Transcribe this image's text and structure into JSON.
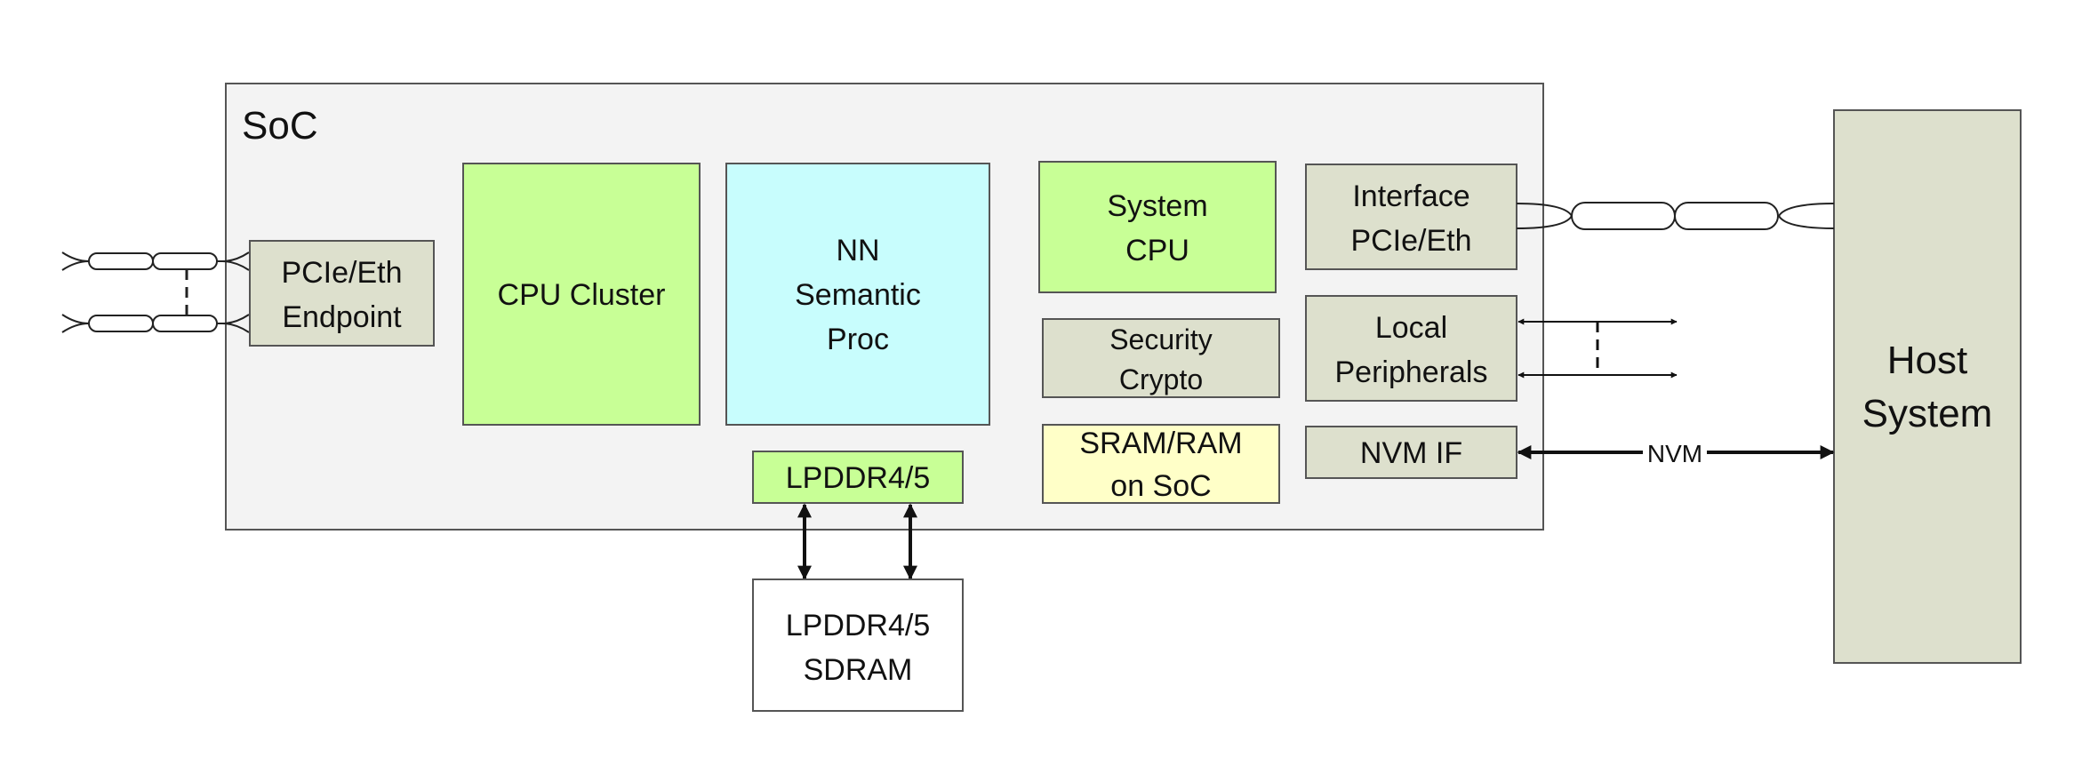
{
  "soc": {
    "label": "SoC"
  },
  "blocks": {
    "pcie_endpoint": {
      "line1": "PCIe/Eth",
      "line2": "Endpoint"
    },
    "cpu_cluster": {
      "line1": "CPU Cluster"
    },
    "nn_proc": {
      "line1": "NN",
      "line2": "Semantic",
      "line3": "Proc"
    },
    "system_cpu": {
      "line1": "System",
      "line2": "CPU"
    },
    "security": {
      "line1": "Security",
      "line2": "Crypto"
    },
    "sram": {
      "line1": "SRAM/RAM",
      "line2": "on SoC"
    },
    "lpddr_ctrl": {
      "line1": "LPDDR4/5"
    },
    "interface": {
      "line1": "Interface",
      "line2": "PCIe/Eth"
    },
    "local_periph": {
      "line1": "Local",
      "line2": "Peripherals"
    },
    "nvm_if": {
      "line1": "NVM IF"
    },
    "lpddr_sdram": {
      "line1": "LPDDR4/5",
      "line2": "SDRAM"
    },
    "host_system": {
      "line1": "Host",
      "line2": "System"
    }
  },
  "connections": {
    "nvm_label": "NVM"
  },
  "colors": {
    "soc_fill": "#f3f3f3",
    "gray_block": "#dde0cd",
    "green_block": "#c8ff96",
    "cyan_block": "#c8fdfd",
    "yellow_block": "#ffffc8",
    "white_block": "#ffffff",
    "host_fill": "#dde0cd",
    "border": "#555555",
    "line": "#111111"
  }
}
